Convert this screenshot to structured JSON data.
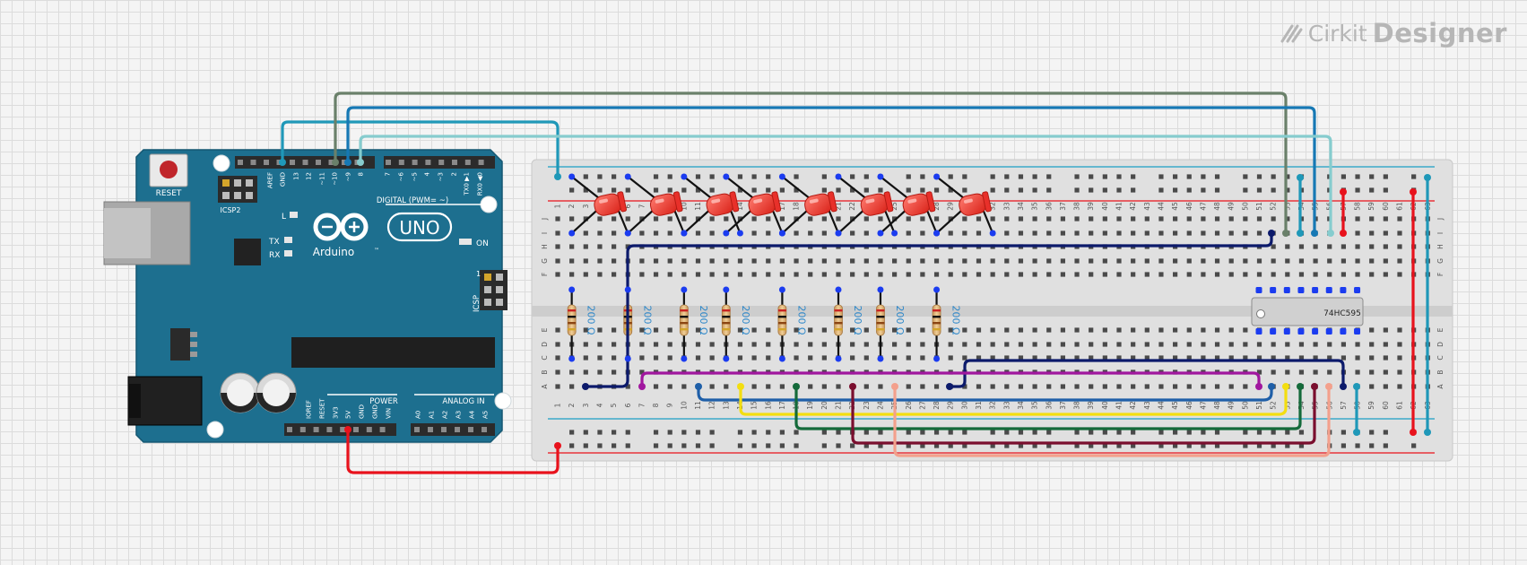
{
  "brand": {
    "name": "Cirkit",
    "product": "Designer",
    "logo_icon": "cirkit-logo-icon"
  },
  "arduino": {
    "reset_label": "RESET",
    "icsp2_label": "ICSP2",
    "icsp_label": "ICSP",
    "digital_label": "DIGITAL (PWM= ~)",
    "power_label": "POWER",
    "analog_label": "ANALOG IN",
    "l_label": "L",
    "tx_label": "TX",
    "rx_label": "RX",
    "on_label": "ON",
    "brand_label": "Arduino",
    "model_label": "UNO",
    "tm_label": "™",
    "icsp_pin1_label": "1",
    "top_pin_labels": [
      "AREF",
      "GND",
      "13",
      "12",
      "~11",
      "~10",
      "~9",
      "8",
      "7",
      "~6",
      "~5",
      "4",
      "~3",
      "2",
      "TX0 ▶1",
      "RX0 ◀0"
    ],
    "bottom_pin_labels": [
      "IOREF",
      "RESET",
      "3V3",
      "5V",
      "GND",
      "GND",
      "VIN",
      "A0",
      "A1",
      "A2",
      "A3",
      "A4",
      "A5"
    ]
  },
  "breadboard": {
    "columns": 63,
    "row_letters_top": [
      "J",
      "I",
      "H",
      "G",
      "F"
    ],
    "row_letters_bottom": [
      "E",
      "D",
      "C",
      "B",
      "A"
    ]
  },
  "ic": {
    "label": "74HC595"
  },
  "resistors": [
    {
      "label": "200 Ω"
    },
    {
      "label": "200 Ω"
    },
    {
      "label": "200 Ω"
    },
    {
      "label": "200 Ω"
    },
    {
      "label": "200 Ω"
    },
    {
      "label": "200 Ω"
    },
    {
      "label": "200 Ω"
    },
    {
      "label": "200 Ω"
    }
  ],
  "leds": {
    "count": 8,
    "color": "#e8302a"
  },
  "colors": {
    "board": "#1d6f8f",
    "wire_red": "#e8121c",
    "wire_navy": "#0c1a6b",
    "wire_purple": "#a0179e",
    "wire_yellow": "#f3de10",
    "wire_green": "#146a3a",
    "wire_maroon": "#7a0e2e",
    "wire_salmon": "#f3a08c",
    "wire_teal": "#1f98b8",
    "wire_blue": "#1678b4",
    "wire_light_teal": "#86ccce",
    "wire_gray_green": "#6a806a"
  }
}
